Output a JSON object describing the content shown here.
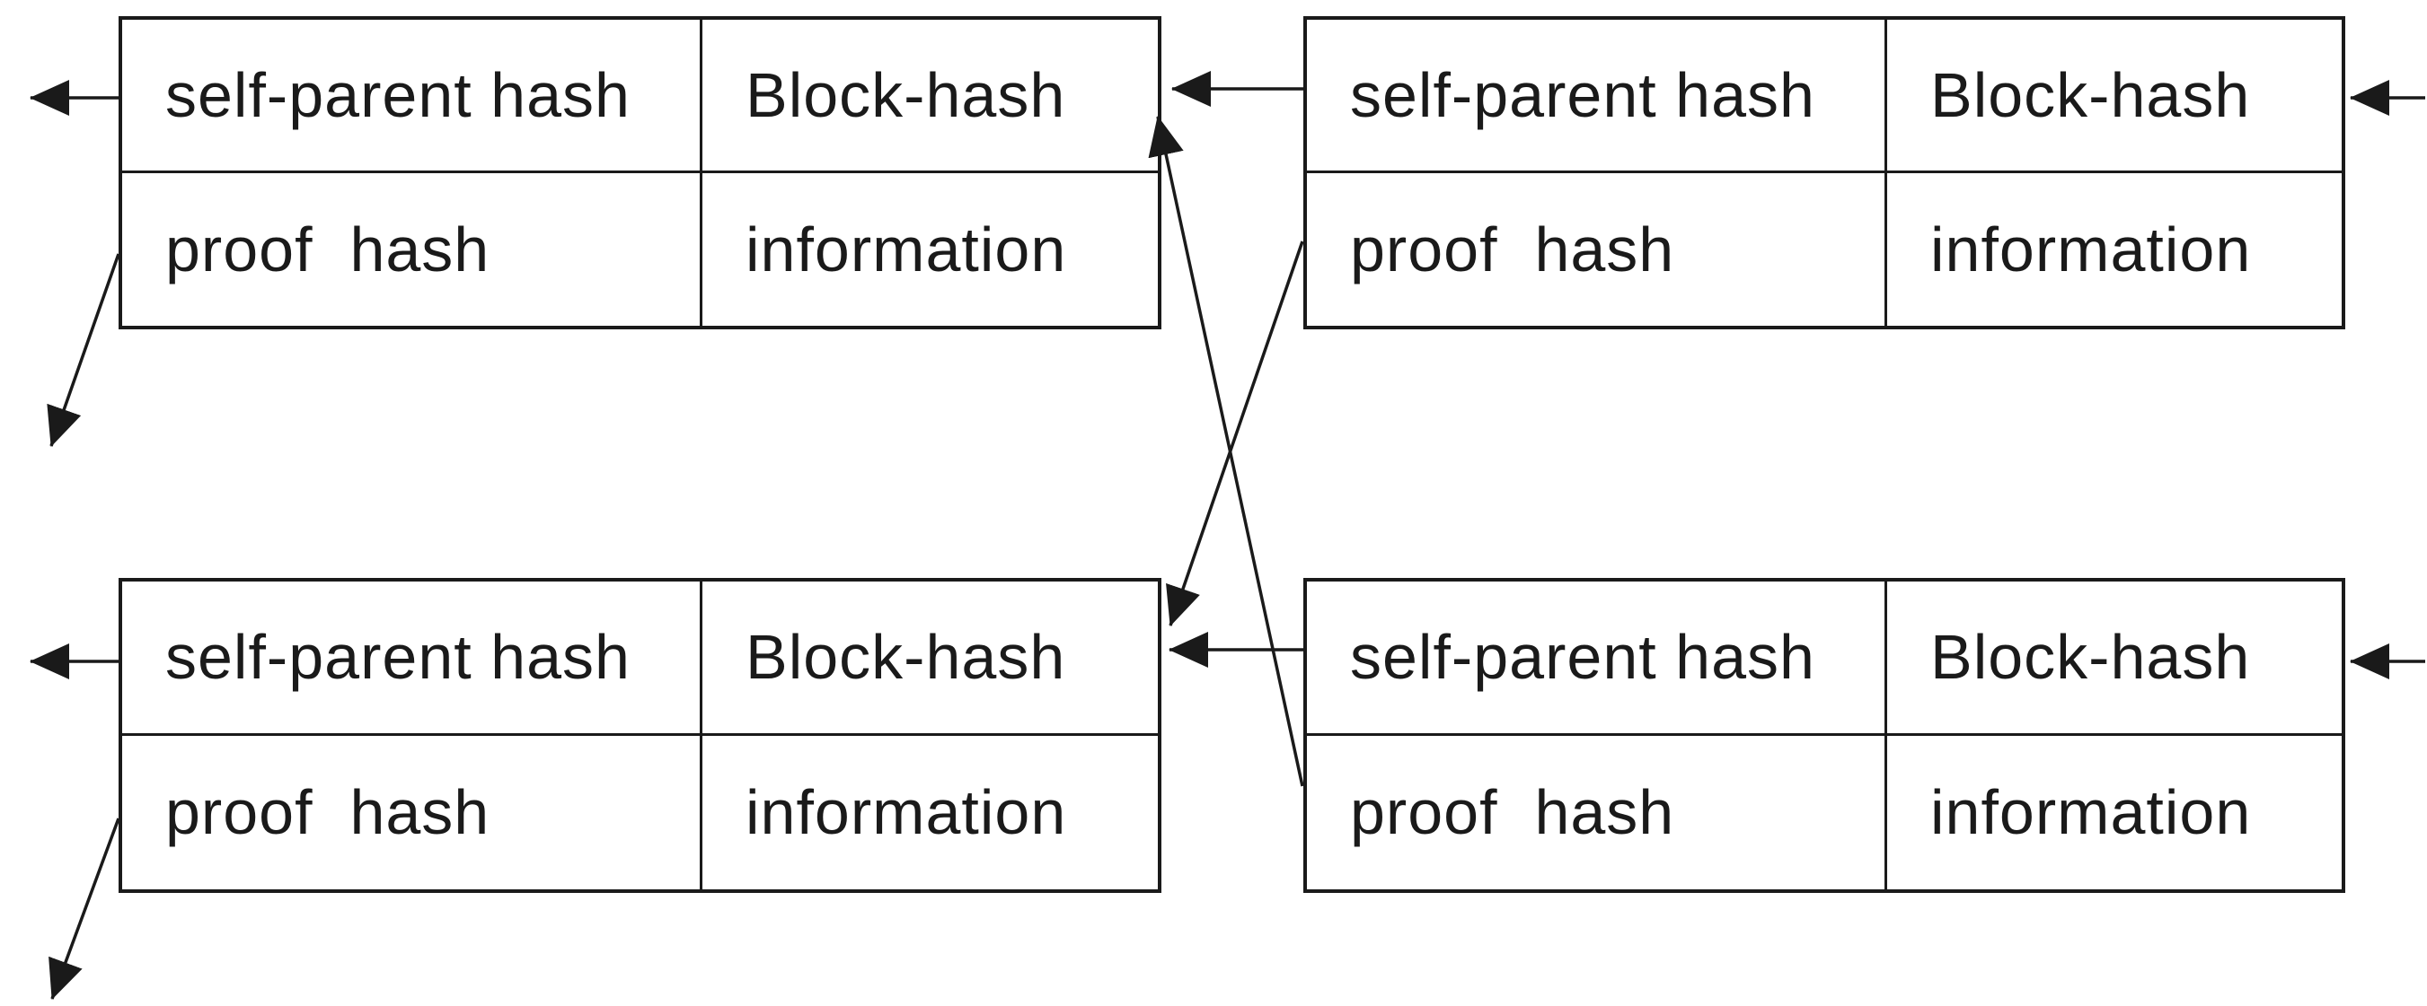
{
  "colors": {
    "background": "#ffffff",
    "line": "#1a1a1a",
    "text": "#1a1a1a"
  },
  "blocks": [
    {
      "position": "top-left",
      "cells": [
        "self-parent hash",
        "Block-hash",
        "proof  hash",
        "information"
      ]
    },
    {
      "position": "top-right",
      "cells": [
        "self-parent hash",
        "Block-hash",
        "proof  hash",
        "information"
      ]
    },
    {
      "position": "bottom-left",
      "cells": [
        "self-parent hash",
        "Block-hash",
        "proof  hash",
        "information"
      ]
    },
    {
      "position": "bottom-right",
      "cells": [
        "self-parent hash",
        "Block-hash",
        "proof  hash",
        "information"
      ]
    }
  ]
}
